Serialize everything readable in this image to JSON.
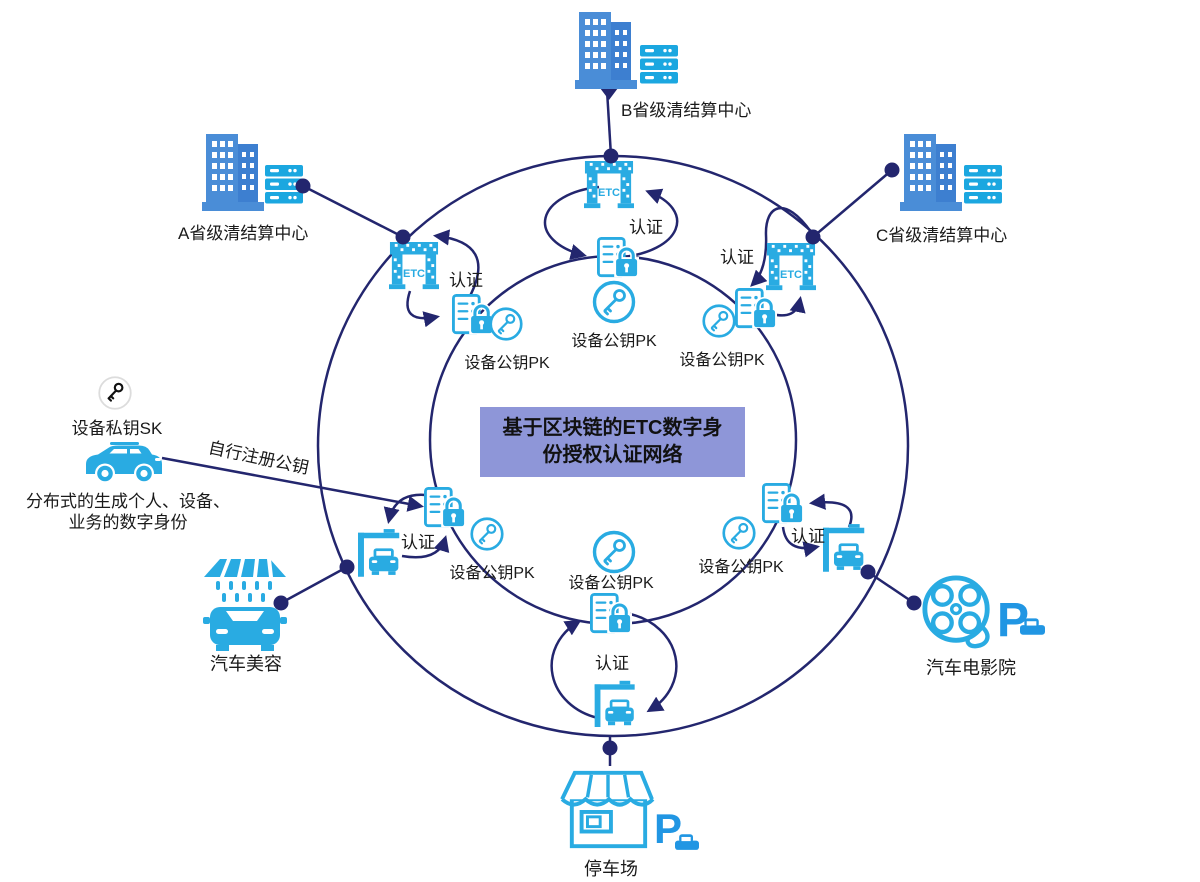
{
  "diagram": {
    "center_box": {
      "line1": "基于区块链的ETC数字身",
      "line2": "份授权认证网络"
    },
    "clearing_centers": {
      "a": "A省级清结算中心",
      "b": "B省级清结算中心",
      "c": "C省级清结算中心"
    },
    "merchants": {
      "carwash": "汽车美容",
      "cinema": "汽车电影院",
      "parking": "停车场"
    },
    "vehicle": {
      "private_key": "设备私钥SK",
      "register": "自行注册公钥",
      "distributed_line1": "分布式的生成个人、设备、",
      "distributed_line2": "业务的数字身份"
    },
    "labels": {
      "auth": "认证",
      "public_key": "设备公钥PK",
      "etc": "ETC",
      "p": "P"
    },
    "colors": {
      "line_navy": "#23266e",
      "icon_blue": "#29abe2",
      "building_blue": "#4a8dd7",
      "building_blue_dark": "#3d7fd0",
      "server_stack_blue": "#1ba7e0",
      "p_blue": "#2196e3",
      "center_box_bg": "#8e96d8",
      "text": "#1a1a1a"
    }
  }
}
